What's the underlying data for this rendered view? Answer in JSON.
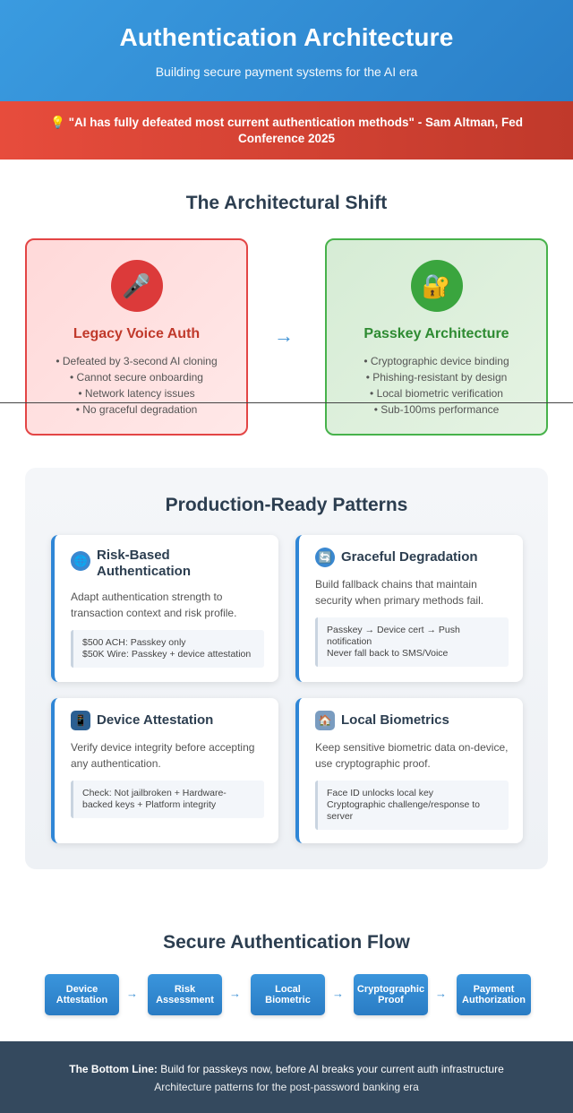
{
  "header": {
    "title": "Authentication Architecture",
    "subtitle": "Building secure payment systems for the AI era"
  },
  "quote": {
    "icon": "lightbulb-icon",
    "text": "💡 \"AI has fully defeated most current authentication methods\" - Sam Altman, Fed Conference 2025"
  },
  "shift": {
    "title": "The Architectural Shift",
    "arrow": "→",
    "legacy": {
      "icon": "🎤",
      "title": "Legacy Voice Auth",
      "items": [
        "• Defeated by 3-second AI cloning",
        "• Cannot secure onboarding",
        "• Network latency issues",
        "• No graceful degradation"
      ]
    },
    "passkey": {
      "icon": "🔐",
      "title": "Passkey Architecture",
      "items": [
        "• Cryptographic device binding",
        "• Phishing-resistant by design",
        "• Local biometric verification",
        "• Sub-100ms performance"
      ]
    }
  },
  "patterns": {
    "title": "Production-Ready Patterns",
    "cards": [
      {
        "icon": "🌐",
        "title": "Risk-Based Authentication",
        "desc": "Adapt authentication strength to transaction context and risk profile.",
        "note_lines": [
          "$500 ACH: Passkey only",
          "$50K Wire: Passkey + device attestation"
        ]
      },
      {
        "icon": "🔄",
        "title": "Graceful Degradation",
        "desc": "Build fallback chains that maintain security when primary methods fail.",
        "note_lines": [
          "Passkey → Device cert → Push notification",
          "Never fall back to SMS/Voice"
        ]
      },
      {
        "icon": "📱",
        "title": "Device Attestation",
        "desc": "Verify device integrity before accepting any authentication.",
        "note_lines": [
          "Check: Not jailbroken + Hardware-backed keys + Platform integrity"
        ]
      },
      {
        "icon": "🏠",
        "title": "Local Biometrics",
        "desc": "Keep sensitive biometric data on-device, use cryptographic proof.",
        "note_lines": [
          "Face ID unlocks local key",
          "Cryptographic challenge/response to server"
        ]
      }
    ]
  },
  "flow": {
    "title": "Secure Authentication Flow",
    "arrow": "→",
    "steps": [
      [
        "Device",
        "Attestation"
      ],
      [
        "Risk",
        "Assessment"
      ],
      [
        "Local",
        "Biometric"
      ],
      [
        "Cryptographic",
        "Proof"
      ],
      [
        "Payment",
        "Authorization"
      ]
    ]
  },
  "footer": {
    "bold": "The Bottom Line:",
    "line1": " Build for passkeys now, before AI breaks your current auth infrastructure",
    "line2": "Architecture patterns for the post-password banking era"
  }
}
